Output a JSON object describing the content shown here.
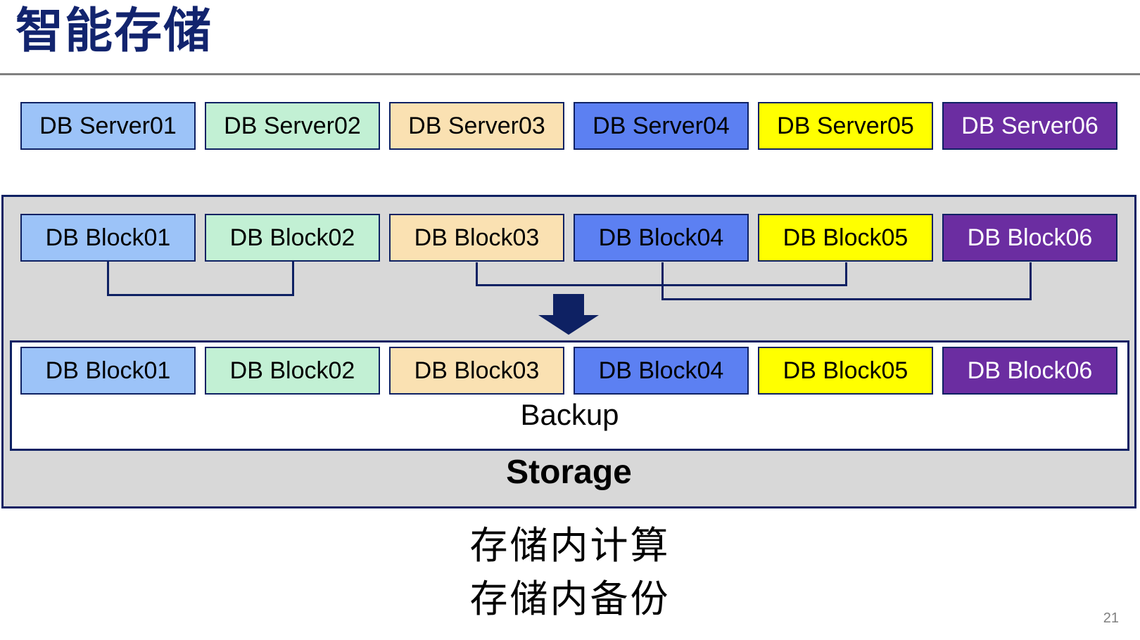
{
  "slide": {
    "title": "智能存储",
    "page_number": "21"
  },
  "servers": [
    {
      "label": "DB Server01",
      "fill": "#9CC3F8",
      "text_color": "#000000"
    },
    {
      "label": "DB Server02",
      "fill": "#C2F0D4",
      "text_color": "#000000"
    },
    {
      "label": "DB Server03",
      "fill": "#FAE1B2",
      "text_color": "#000000"
    },
    {
      "label": "DB Server04",
      "fill": "#5C80F2",
      "text_color": "#000000"
    },
    {
      "label": "DB Server05",
      "fill": "#FFFF00",
      "text_color": "#000000"
    },
    {
      "label": "DB Server06",
      "fill": "#6B2DA1",
      "text_color": "#FFFFFF"
    }
  ],
  "storage_unit": {
    "blocks": [
      {
        "label": "DB Block01",
        "fill": "#9CC3F8",
        "text_color": "#000000"
      },
      {
        "label": "DB Block02",
        "fill": "#C2F0D4",
        "text_color": "#000000"
      },
      {
        "label": "DB Block03",
        "fill": "#FAE1B2",
        "text_color": "#000000"
      },
      {
        "label": "DB Block04",
        "fill": "#5C80F2",
        "text_color": "#000000"
      },
      {
        "label": "DB Block05",
        "fill": "#FFFF00",
        "text_color": "#000000"
      },
      {
        "label": "DB Block06",
        "fill": "#6B2DA1",
        "text_color": "#FFFFFF"
      }
    ],
    "backup_label": "Backup",
    "storage_label": "Storage"
  },
  "annotation": {
    "line1": "存储内计算",
    "line2": "存储内备份"
  },
  "icons": {
    "flow_arrow": "down-arrow"
  },
  "colors": {
    "navy_border": "#0E2163",
    "storage_fill": "#D8D8D8",
    "title_color": "#12246E",
    "divider": "#808080",
    "page_number_color": "#808080"
  }
}
